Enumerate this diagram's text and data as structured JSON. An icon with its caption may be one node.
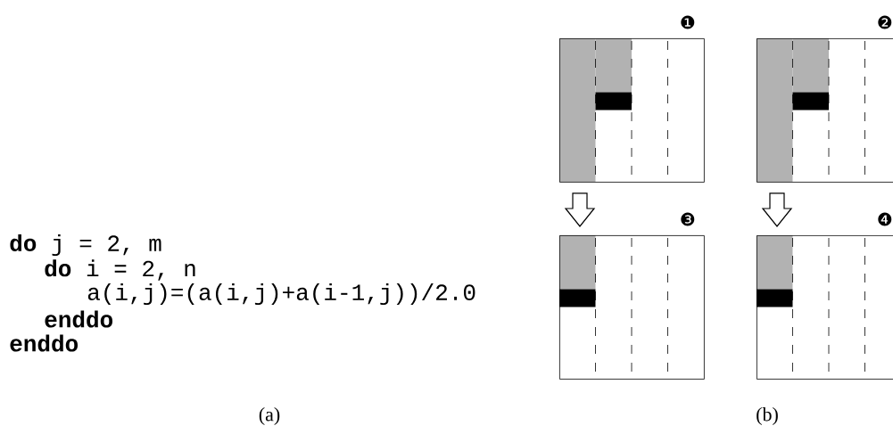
{
  "diagram": {
    "nodes": [
      {
        "text": [],
        "shape": "box",
        "beside": [
          "❶"
        ]
      },
      {
        "text": [],
        "shape": "box",
        "beside": [
          "❷"
        ]
      },
      {
        "text": [],
        "shape": "box",
        "beside": [
          "❸"
        ]
      },
      {
        "text": [],
        "shape": "box",
        "beside": [
          "❹"
        ]
      }
    ],
    "edges": [
      {
        "from": 0,
        "to": 2,
        "arrow": "to"
      },
      {
        "from": 1,
        "to": 3,
        "arrow": "to"
      }
    ],
    "labels": [
      "**do** j = 2, m",
      "**do** i = 2, n",
      "a(i,j)=(a(i,j)+a(i-1,j))/2.0",
      "enddo",
      "enddo",
      "(a)",
      "(b)"
    ]
  }
}
